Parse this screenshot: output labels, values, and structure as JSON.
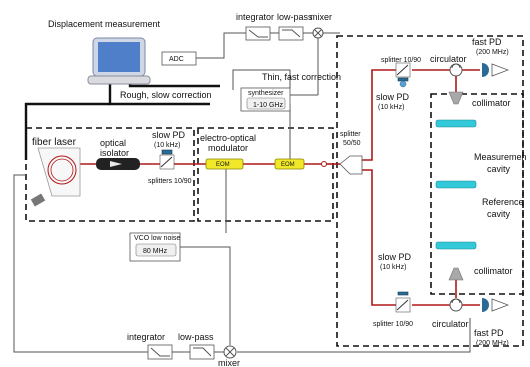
{
  "labels": {
    "displacement": "Displacement measurement",
    "integrator_top": "integrator",
    "lowpass_top": "low-pass",
    "mixer_top": "mixer",
    "adc": "ADC",
    "thin_fast": "Thin, fast correction",
    "synth_title": "synthesizer",
    "synth_range": "1-10 GHz",
    "rough_slow": "Rough, slow correction",
    "fiber_laser": "fiber laser",
    "optical": "optical",
    "isolator": "isolator",
    "slow_pd_left": "slow PD",
    "slow_pd_left_bw": "(10 kHz)",
    "splitters_left": "splitters 10/90",
    "eo_mod_1": "electro-optical",
    "eo_mod_2": "modulator",
    "eom1": "EOM",
    "eom2": "EOM",
    "vco_title": "VCO low noise",
    "vco_freq": "80 MHz",
    "splitter_mid_1": "splitter",
    "splitter_mid_2": "50/50",
    "splitter_top": "splitter 10/90",
    "circulator_top": "circulator",
    "fast_pd_top": "fast PD",
    "fast_pd_top_bw": "(200 MHz)",
    "slow_pd_top": "slow PD",
    "slow_pd_top_bw": "(10 kHz)",
    "collimator_top": "collimator",
    "meas_cav_1": "Measuremen",
    "meas_cav_2": "cavity",
    "ref_cav_1": "Reference",
    "ref_cav_2": "cavity",
    "slow_pd_bot": "slow PD",
    "slow_pd_bot_bw": "(10 kHz)",
    "collimator_bot": "collimator",
    "splitter_bot": "splitter 10/90",
    "circulator_bot": "circulator",
    "fast_pd_bot": "fast PD",
    "fast_pd_bot_bw": "(200 MHz)",
    "integrator_bot": "integrator",
    "lowpass_bot": "low-pass",
    "mixer_bot": "mixer"
  },
  "colors": {
    "fiber": "#b01818",
    "eom": "#f2e82a",
    "cavity": "#33c9d8",
    "collimator": "#a8a8a8",
    "photodiode": "#2a6b96"
  }
}
